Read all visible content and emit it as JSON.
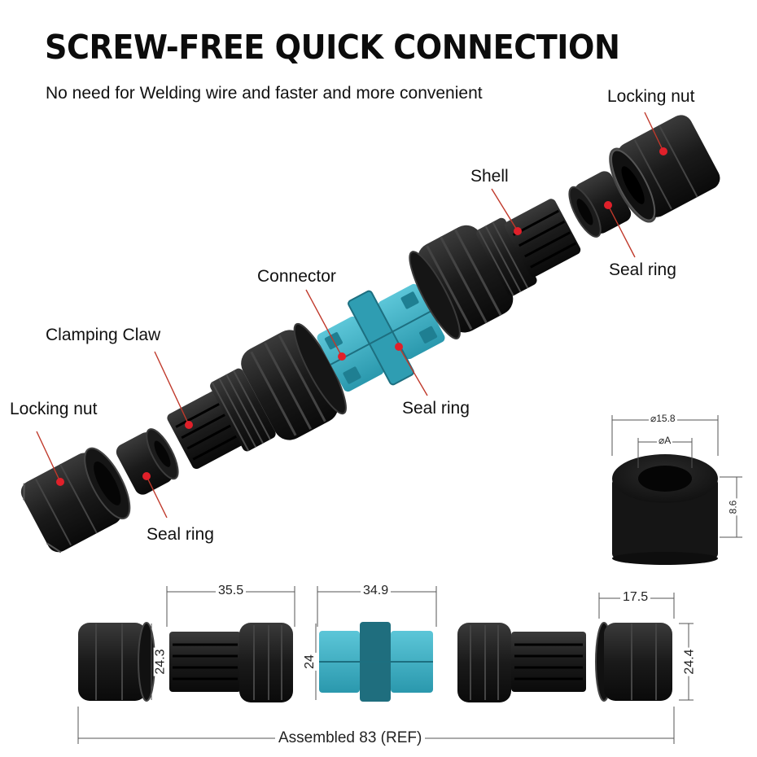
{
  "headline": "SCREW-FREE QUICK CONNECTION",
  "subheadline": "No need for Welding wire and  faster and more convenient",
  "callouts": {
    "locking_nut_top": "Locking nut",
    "shell": "Shell",
    "seal_ring_right": "Seal ring",
    "connector": "Connector",
    "clamping_claw": "Clamping Claw",
    "seal_ring_center": "Seal ring",
    "locking_nut_left": "Locking nut",
    "seal_ring_left": "Seal ring"
  },
  "seal_ring_dimensions": {
    "outer_diameter": "⌀15.8",
    "inner_diameter": "⌀A",
    "height": "8.6"
  },
  "assembly_dimensions": {
    "claw_length": "35.5",
    "connector_length": "34.9",
    "nut_length": "17.5",
    "claw_diameter": "24.3",
    "connector_diameter": "24",
    "nut_diameter": "24.4",
    "total": "Assembled 83 (REF)"
  },
  "colors": {
    "part_black": "#1c1c1c",
    "connector_teal": "#3fb3c8",
    "callout_line": "#c0392b",
    "callout_dot": "#e0202a"
  }
}
